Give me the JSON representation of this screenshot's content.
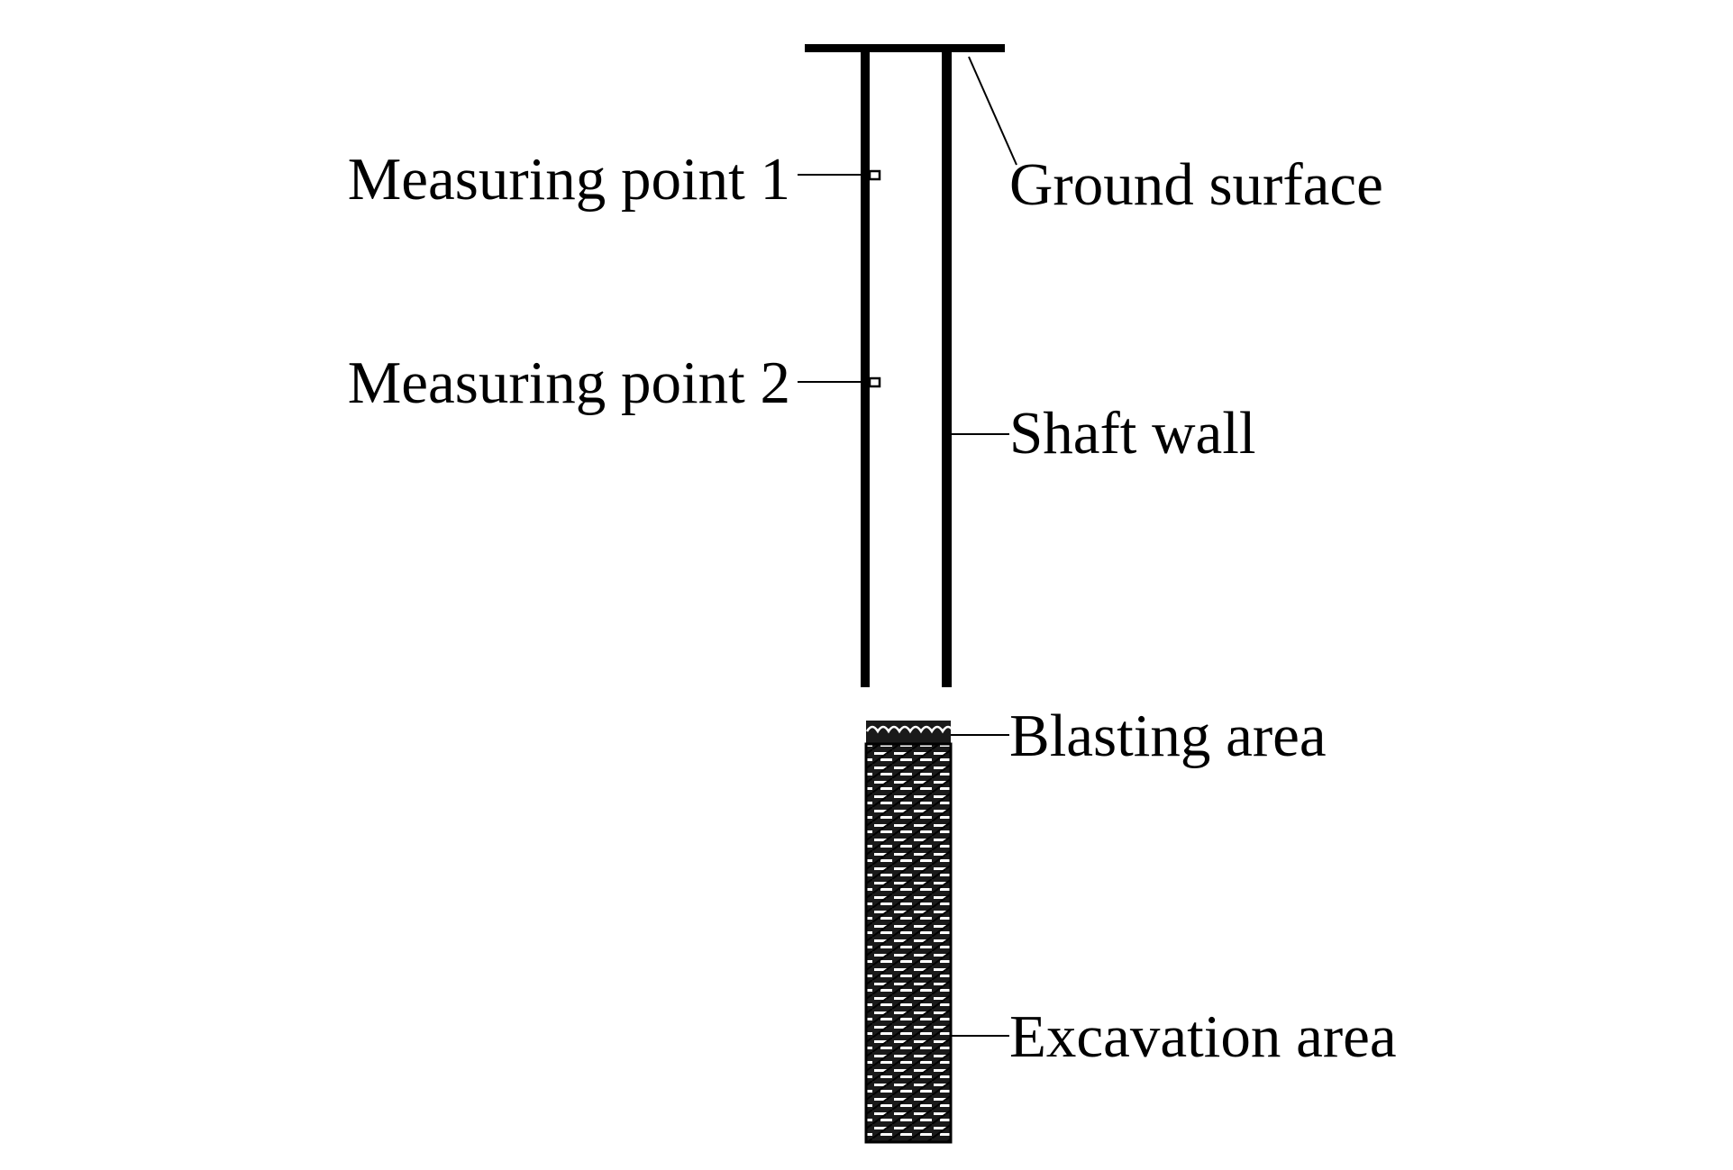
{
  "labels": {
    "measuring_point_1": "Measuring point 1",
    "measuring_point_2": "Measuring point 2",
    "ground_surface": "Ground surface",
    "shaft_wall": "Shaft wall",
    "blasting_area": "Blasting area",
    "excavation_area": "Excavation area"
  },
  "colors": {
    "line": "#000000",
    "background": "#ffffff",
    "fill_dark": "#1a1a1a"
  }
}
